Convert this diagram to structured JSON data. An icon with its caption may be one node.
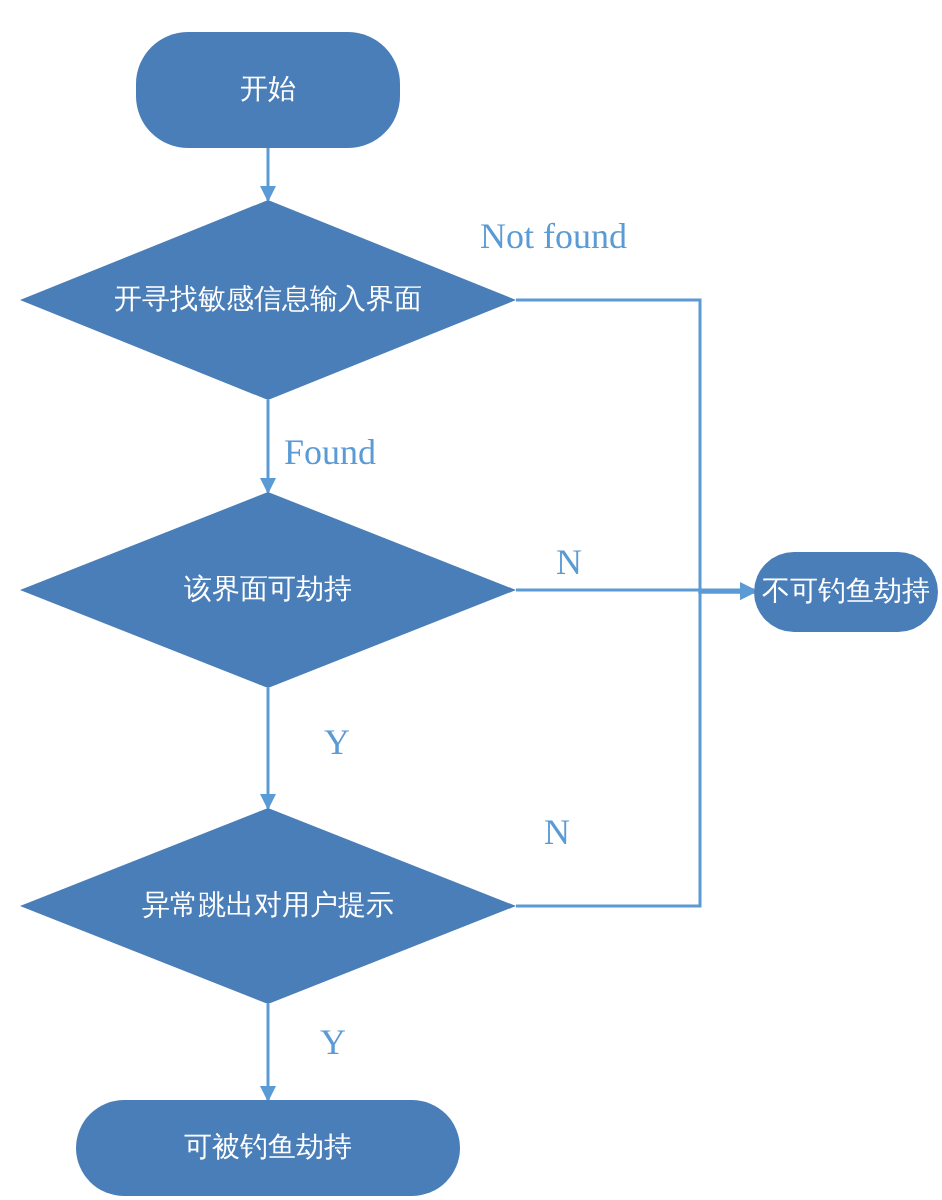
{
  "diagram": {
    "nodes": [
      {
        "text": [
          "开始"
        ]
      },
      {
        "text": [
          "开寻找敏感信息输入界面"
        ]
      },
      {
        "text": [
          "该界面可劫持"
        ]
      },
      {
        "text": [
          "异常跳出对用户提示"
        ]
      },
      {
        "text": [
          "不可钓鱼劫持"
        ]
      },
      {
        "text": [
          "可被钓鱼劫持"
        ]
      }
    ],
    "edges": [
      {
        "from": 0,
        "to": 1,
        "arrow": "to"
      },
      {
        "from": 1,
        "to": 2,
        "arrow": "to",
        "label": "Found"
      },
      {
        "from": 1,
        "to": 4,
        "arrow": "to",
        "label": "Not found"
      },
      {
        "from": 2,
        "to": 4,
        "arrow": "to",
        "label": "N"
      },
      {
        "from": 2,
        "to": 3,
        "arrow": "to",
        "label": "Y"
      },
      {
        "from": 3,
        "to": 4,
        "arrow": "to",
        "label": "N"
      },
      {
        "from": 3,
        "to": 5,
        "arrow": "to",
        "label": "Y"
      }
    ]
  }
}
